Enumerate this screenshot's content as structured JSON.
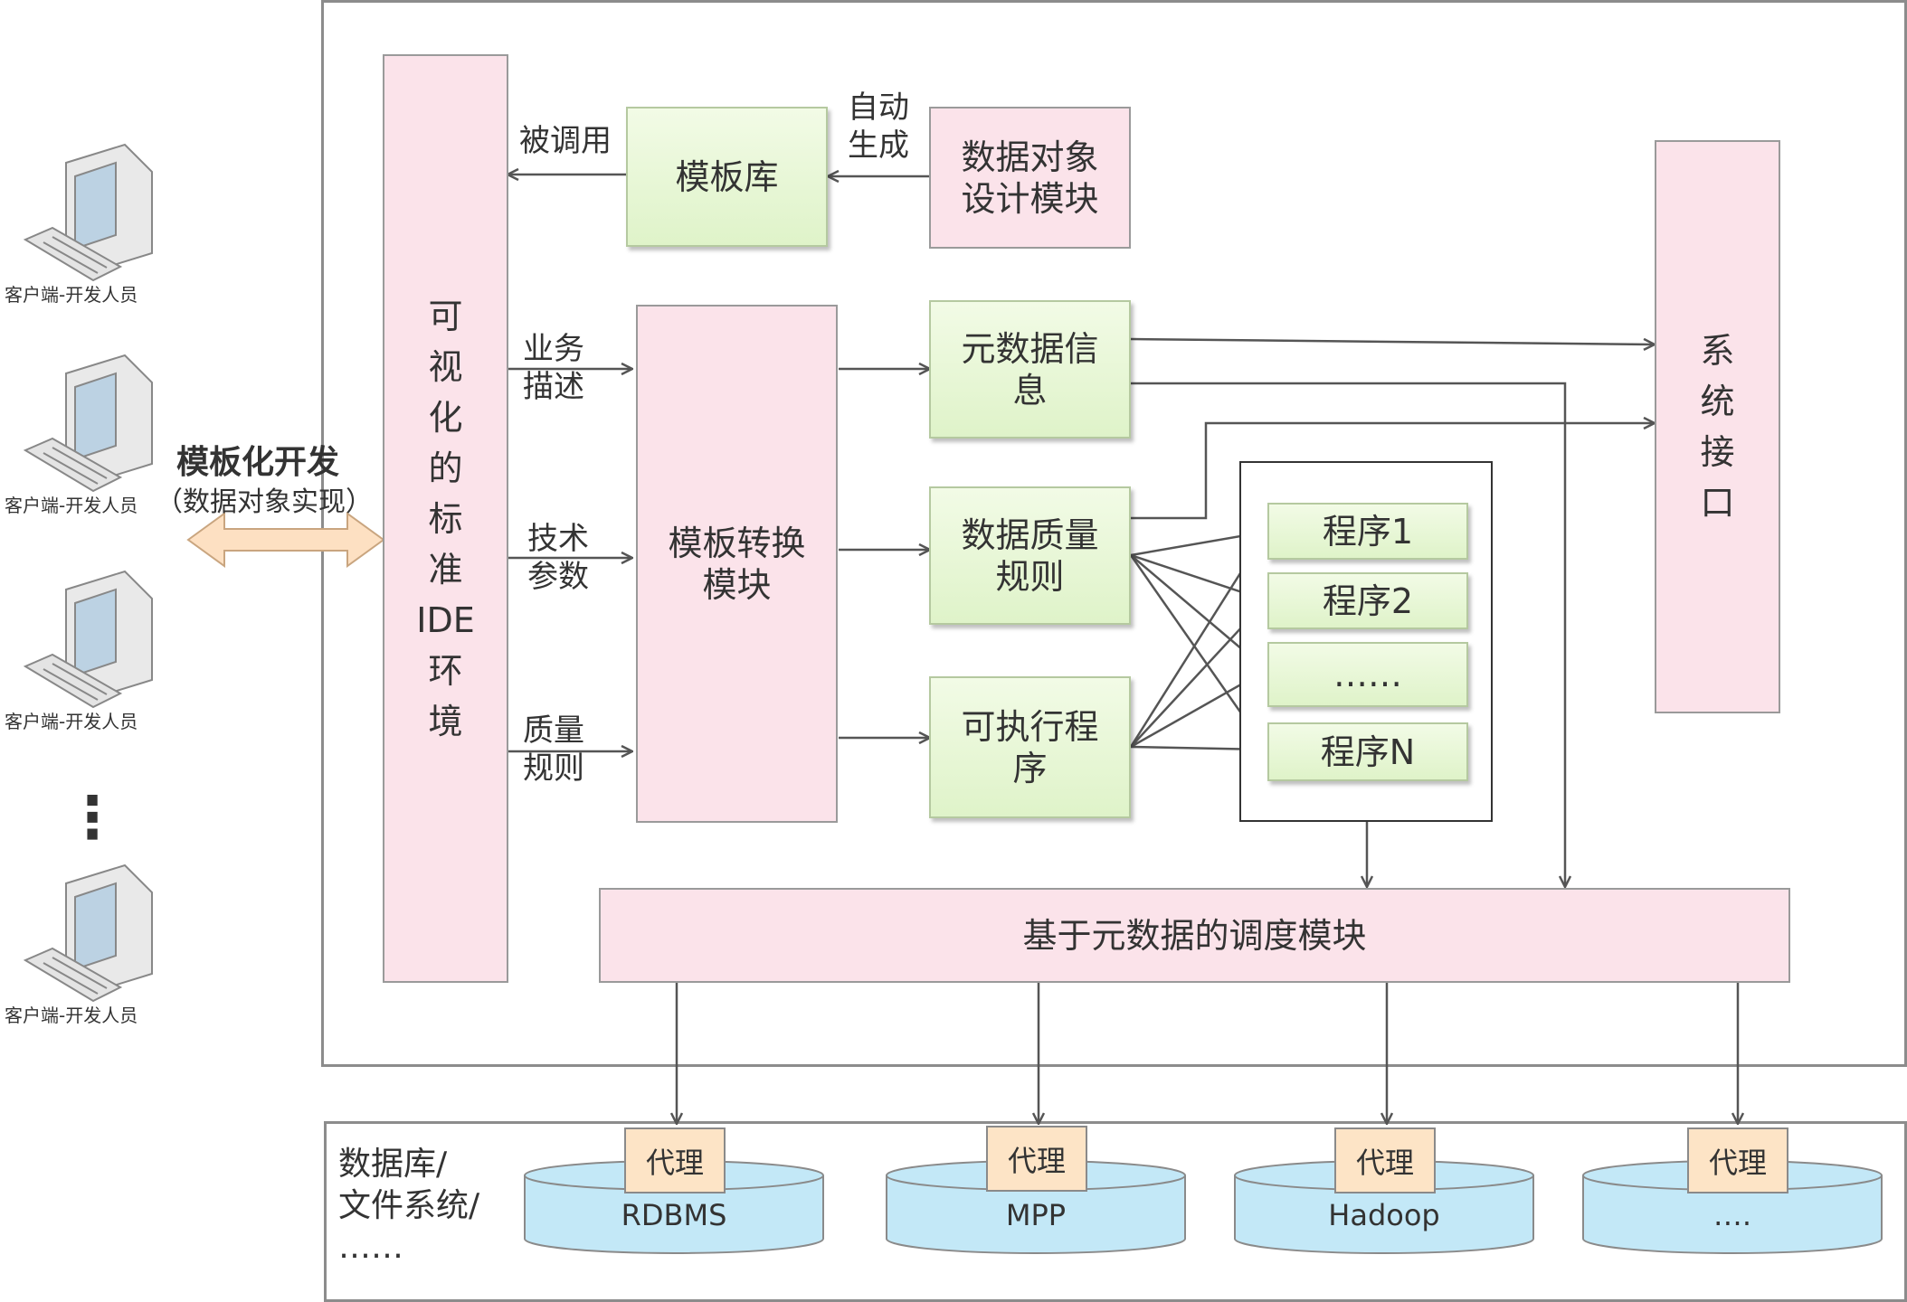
{
  "clients": {
    "label": "客户端-开发人员",
    "ellipsis": "⋮"
  },
  "left_connector": {
    "title": "模板化开发",
    "subtitle": "（数据对象实现）"
  },
  "ide": {
    "chars": [
      "可",
      "视",
      "化",
      "的",
      "标",
      "准",
      "IDE",
      "环",
      "境"
    ]
  },
  "edges": {
    "called": "被调用",
    "auto_generate": "自动\n生成",
    "business_desc": "业务\n描述",
    "tech_params": "技术\n参数",
    "quality_rules": "质量\n规则"
  },
  "boxes": {
    "template_lib": "模板库",
    "data_object_design": "数据对象\n设计模块",
    "template_transform": "模板转换\n模块",
    "metadata_info": "元数据信\n息",
    "data_quality_rules": "数据质量\n规则",
    "executable": "可执行程\n序",
    "system_interface": [
      "系",
      "统",
      "接",
      "口"
    ],
    "scheduler": "基于元数据的调度模块"
  },
  "programs": [
    "程序1",
    "程序2",
    "……",
    "程序N"
  ],
  "storage": {
    "title": "数据库/\n文件系统/\n……",
    "proxy_label": "代理",
    "databases": [
      "RDBMS",
      "MPP",
      "Hadoop",
      "…."
    ]
  },
  "colors": {
    "pink_fill": "#fbe3ea",
    "green_fill": "#dff3c9",
    "db_fill": "#c3e8f7",
    "proxy_fill": "#fde4c6",
    "arrow": "#555555"
  }
}
